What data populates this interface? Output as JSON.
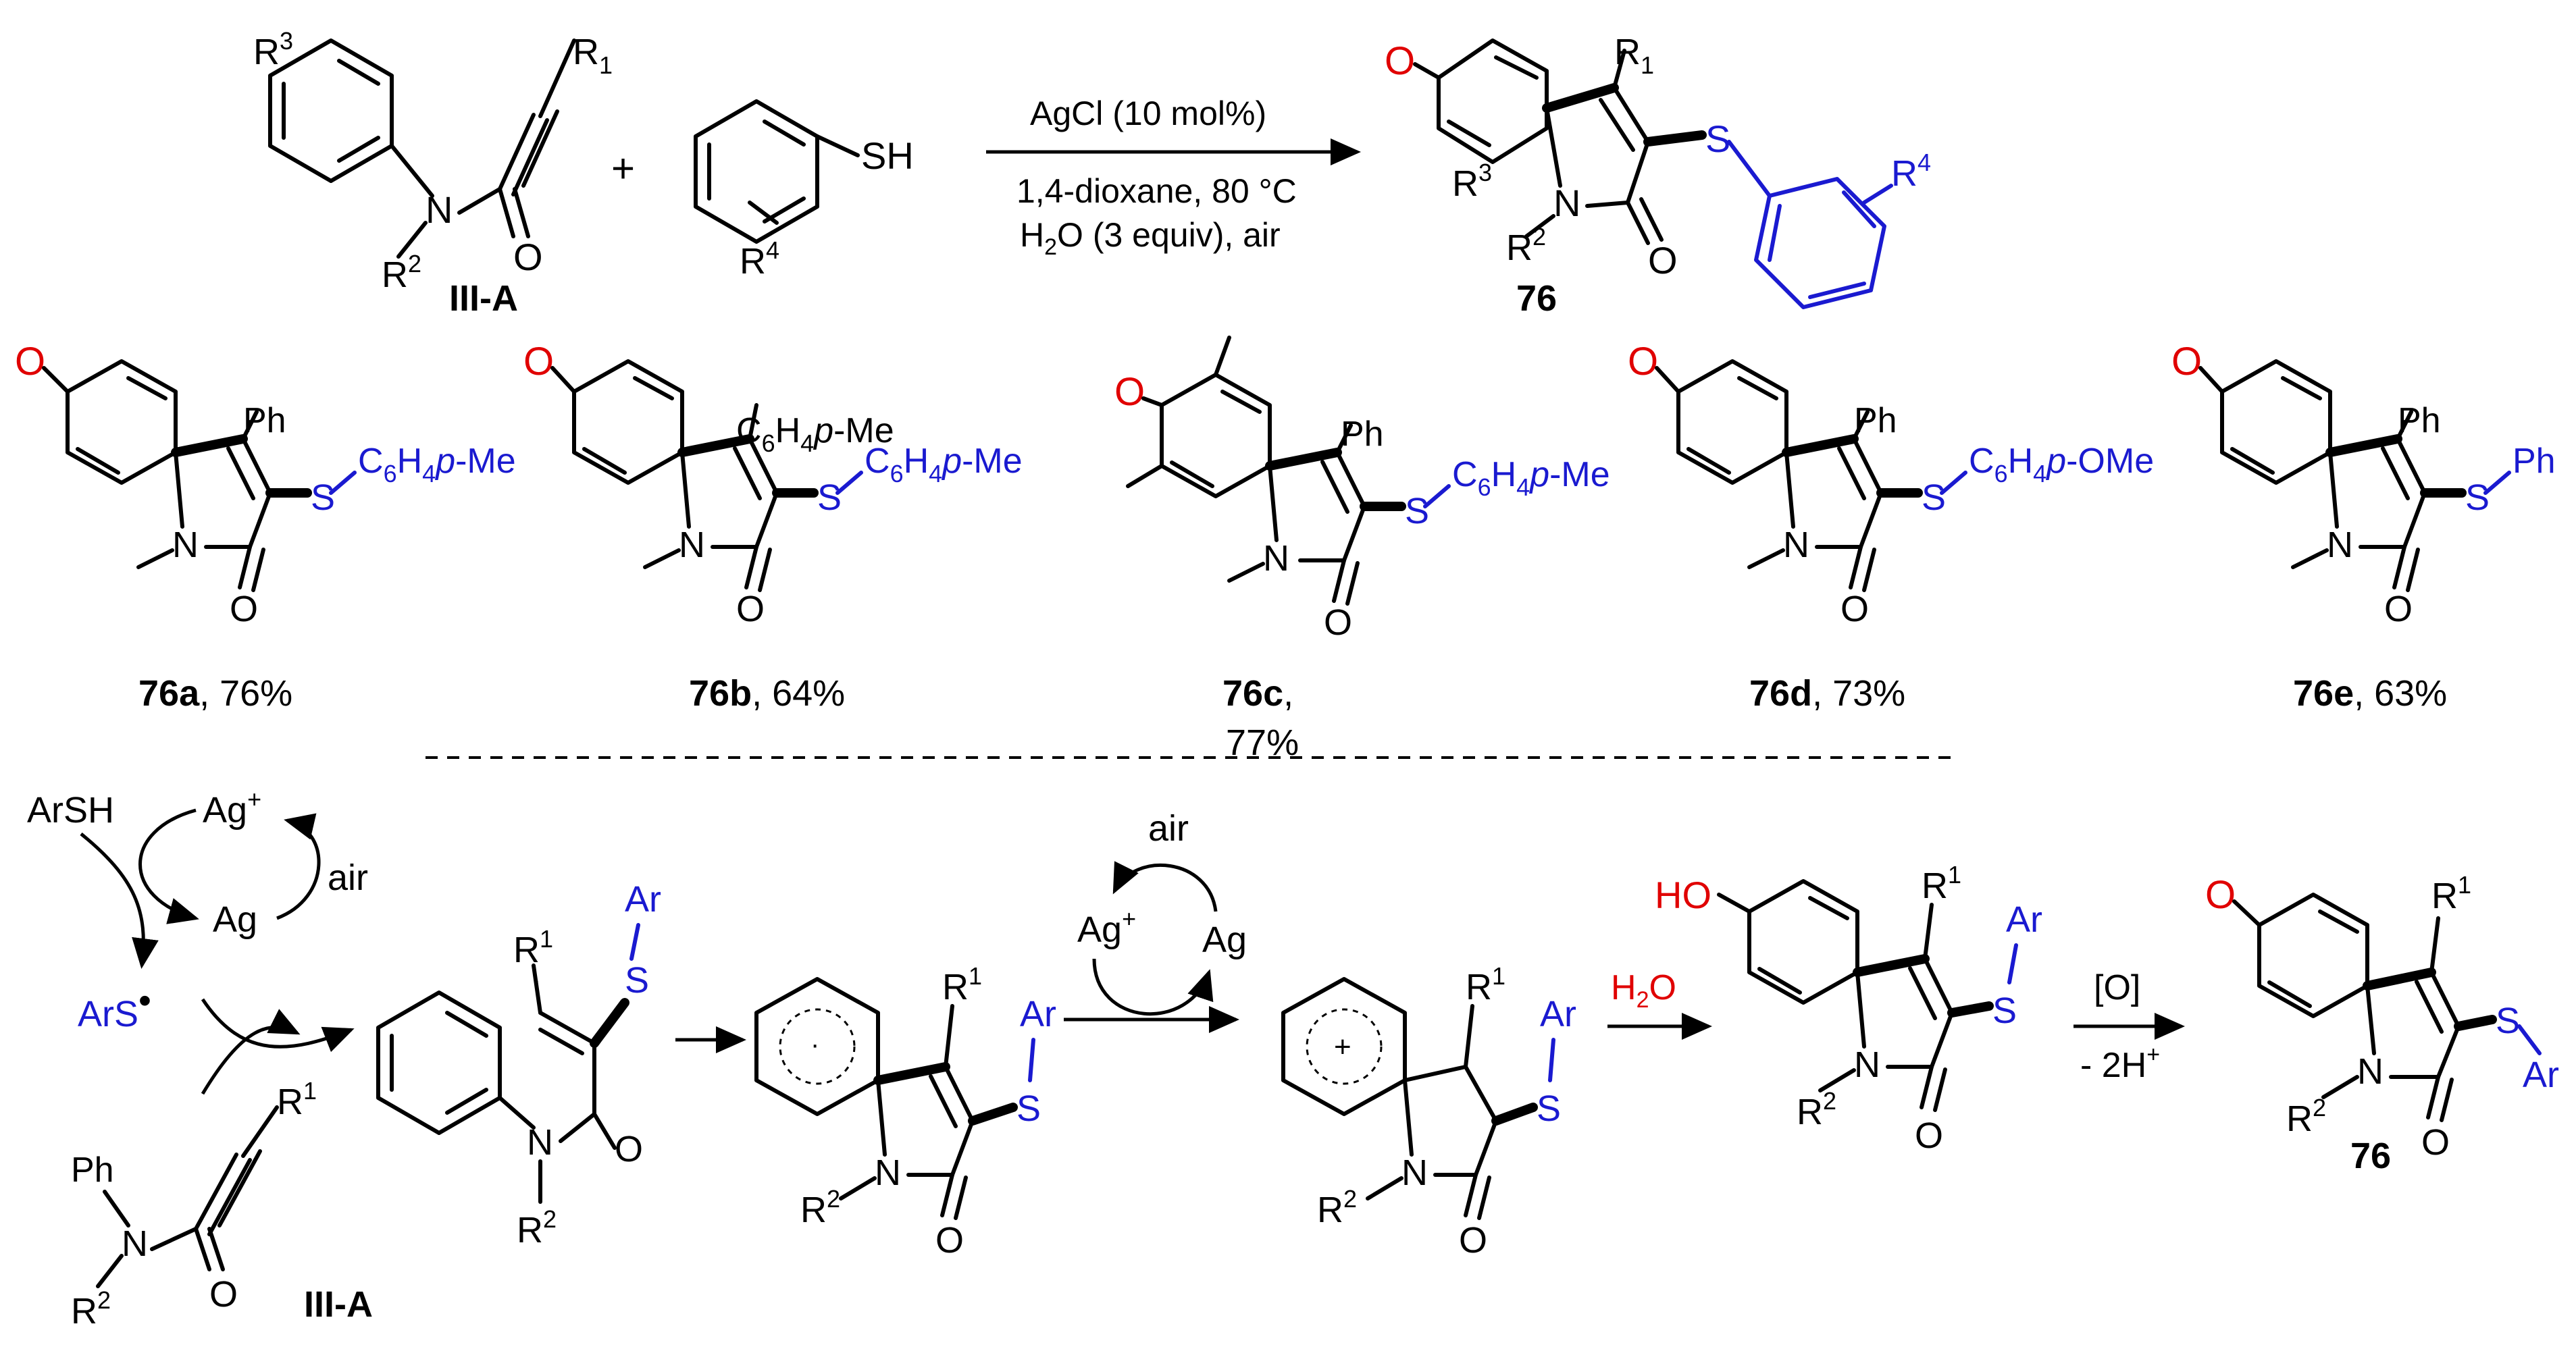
{
  "scheme": {
    "reaction": {
      "substrate_label": "III-A",
      "thiol_label": "SH",
      "plus": "+",
      "condition_1": "AgCl (10 mol%)",
      "condition_2": "1,4-dioxane, 80 °C",
      "condition_3_prefix": "H",
      "condition_3_sub": "2",
      "condition_3_suffix": "O (3 equiv), air",
      "product_label": "76",
      "r1": "R",
      "r1_sub": "1",
      "r2": "R",
      "r2_sup": "2",
      "r3": "R",
      "r3_sup": "3",
      "r4": "R",
      "r4_sup": "4",
      "atoms": {
        "O": "O",
        "N": "N",
        "S": "S"
      }
    },
    "examples": [
      {
        "id": "76a",
        "yield": ", 76%",
        "r_top": "Ph",
        "sulfur": "S",
        "subst_main": "C",
        "s1": "6",
        "h": "H",
        "s2": "4",
        "p": "p",
        "tail": "-Me"
      },
      {
        "id": "76b",
        "yield": ", 64%",
        "r_top_main": "C",
        "r_top_s1": "6",
        "r_top_h": "H",
        "r_top_s2": "4",
        "r_top_p": "p",
        "r_top_tail": "-Me",
        "sulfur": "S",
        "subst_main": "C",
        "s1": "6",
        "h": "H",
        "s2": "4",
        "p": "p",
        "tail": "-Me"
      },
      {
        "id": "76c",
        "yield": ",",
        "yield_2": "77%",
        "r_top": "Ph",
        "sulfur": "S",
        "subst_main": "C",
        "s1": "6",
        "h": "H",
        "s2": "4",
        "p": "p",
        "tail": "-Me"
      },
      {
        "id": "76d",
        "yield": ", 73%",
        "r_top": "Ph",
        "sulfur": "S",
        "subst_main": "C",
        "s1": "6",
        "h": "H",
        "s2": "4",
        "p": "p",
        "tail": "-OMe"
      },
      {
        "id": "76e",
        "yield": ", 63%",
        "r_top": "Ph",
        "sulfur": "S",
        "subst_main": "Ph"
      }
    ],
    "mechanism": {
      "arsh": "ArSH",
      "ag_plus": "Ag",
      "plus_sup": "+",
      "ag": "Ag",
      "air": "air",
      "ars_radical": "ArS",
      "radical_dot": "•",
      "ar": "Ar",
      "ph": "Ph",
      "substrate_label": "III-A",
      "water": "H",
      "water_sub": "2",
      "water_o": "O",
      "ho": "HO",
      "oxidant": "[O]",
      "minus_2h": "- 2H",
      "product_label": "76",
      "cation_plus": "+"
    }
  }
}
